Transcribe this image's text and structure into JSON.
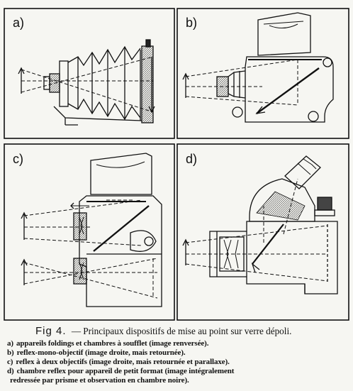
{
  "panels": [
    {
      "label": "a)"
    },
    {
      "label": "b)"
    },
    {
      "label": "c)"
    },
    {
      "label": "d)"
    }
  ],
  "caption": {
    "fig": "Fig 4.",
    "title": "— Principaux dispositifs de mise au point sur verre dépoli.",
    "items": [
      {
        "key": "a)",
        "text": "appareils foldings et chambres à soufflet (image renversée)."
      },
      {
        "key": "b)",
        "text": "reflex-mono-objectif (image droite, mais retournée)."
      },
      {
        "key": "c)",
        "text": "reflex à deux objectifs (image droite, mais retournée et parallaxe)."
      },
      {
        "key": "d)",
        "text": "chambre reflex pour appareil de petit format (image intégralement"
      },
      {
        "key": "",
        "text": "redressée par prisme et observation en chambre noire)."
      }
    ]
  }
}
